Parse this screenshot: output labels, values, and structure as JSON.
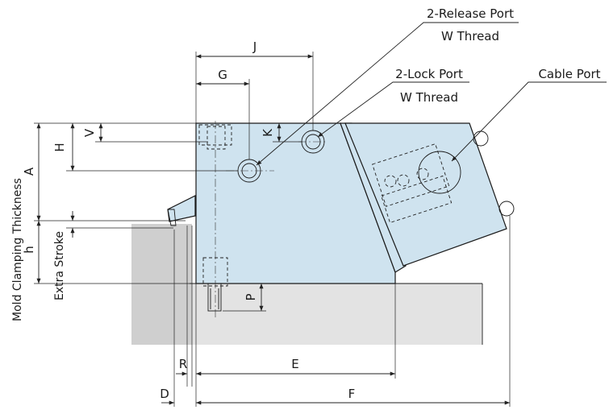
{
  "labels": {
    "release_port": "2-Release Port",
    "release_thread": "W Thread",
    "lock_port": "2-Lock Port",
    "lock_thread": "W Thread",
    "cable_port": "Cable Port",
    "mold_clamping_thickness": "Mold Clamping Thickness",
    "extra_stroke": "Extra Stroke"
  },
  "dims": {
    "J": "J",
    "G": "G",
    "K": "K",
    "V": "V",
    "H": "H",
    "A": "A",
    "h": "h",
    "P": "P",
    "E": "E",
    "R": "R",
    "D": "D",
    "F": "F"
  }
}
